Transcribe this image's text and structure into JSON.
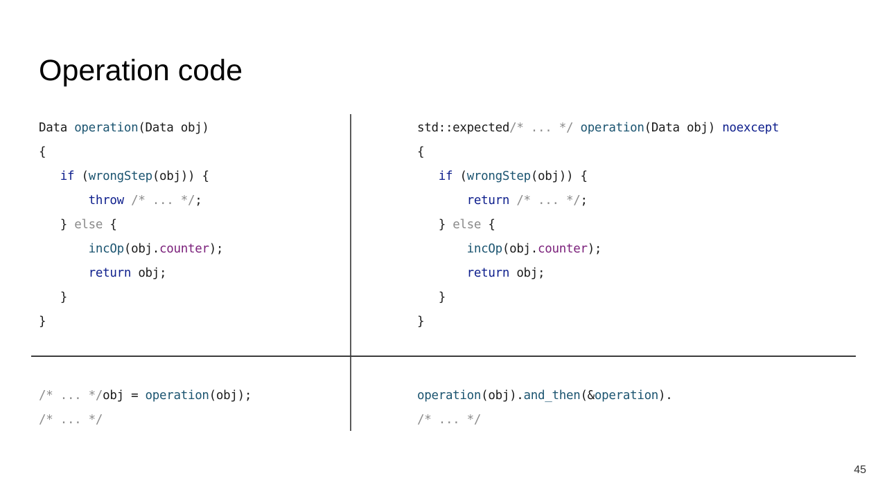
{
  "slide": {
    "title": "Operation code",
    "page_number": "45"
  },
  "left_top": {
    "lines": [
      [
        {
          "t": "Data ",
          "c": ""
        },
        {
          "t": "operation",
          "c": "fn"
        },
        {
          "t": "(Data obj)",
          "c": ""
        }
      ],
      [
        {
          "t": "{",
          "c": ""
        }
      ],
      [
        {
          "t": "   ",
          "c": ""
        },
        {
          "t": "if",
          "c": "kw"
        },
        {
          "t": " (",
          "c": ""
        },
        {
          "t": "wrongStep",
          "c": "fn"
        },
        {
          "t": "(obj)) {",
          "c": ""
        }
      ],
      [
        {
          "t": "       ",
          "c": ""
        },
        {
          "t": "throw",
          "c": "kw"
        },
        {
          "t": " /* ... */",
          "c": "cm"
        },
        {
          "t": ";",
          "c": ""
        }
      ],
      [
        {
          "t": "   } ",
          "c": ""
        },
        {
          "t": "else",
          "c": "gray"
        },
        {
          "t": " {",
          "c": ""
        }
      ],
      [
        {
          "t": "       ",
          "c": ""
        },
        {
          "t": "incOp",
          "c": "fn"
        },
        {
          "t": "(obj.",
          "c": ""
        },
        {
          "t": "counter",
          "c": "field"
        },
        {
          "t": ");",
          "c": ""
        }
      ],
      [
        {
          "t": "       ",
          "c": ""
        },
        {
          "t": "return",
          "c": "kw"
        },
        {
          "t": " obj;",
          "c": ""
        }
      ],
      [
        {
          "t": "   }",
          "c": ""
        }
      ],
      [
        {
          "t": "}",
          "c": ""
        }
      ]
    ]
  },
  "right_top": {
    "lines": [
      [
        {
          "t": "std::expected",
          "c": ""
        },
        {
          "t": "/* ... */",
          "c": "cm"
        },
        {
          "t": " ",
          "c": ""
        },
        {
          "t": "operation",
          "c": "fn"
        },
        {
          "t": "(Data obj) ",
          "c": ""
        },
        {
          "t": "noexcept",
          "c": "kw"
        }
      ],
      [
        {
          "t": "{",
          "c": ""
        }
      ],
      [
        {
          "t": "   ",
          "c": ""
        },
        {
          "t": "if",
          "c": "kw"
        },
        {
          "t": " (",
          "c": ""
        },
        {
          "t": "wrongStep",
          "c": "fn"
        },
        {
          "t": "(obj)) {",
          "c": ""
        }
      ],
      [
        {
          "t": "       ",
          "c": ""
        },
        {
          "t": "return",
          "c": "kw"
        },
        {
          "t": " /* ... */",
          "c": "cm"
        },
        {
          "t": ";",
          "c": ""
        }
      ],
      [
        {
          "t": "   } ",
          "c": ""
        },
        {
          "t": "else",
          "c": "gray"
        },
        {
          "t": " {",
          "c": ""
        }
      ],
      [
        {
          "t": "       ",
          "c": ""
        },
        {
          "t": "incOp",
          "c": "fn"
        },
        {
          "t": "(obj.",
          "c": ""
        },
        {
          "t": "counter",
          "c": "field"
        },
        {
          "t": ");",
          "c": ""
        }
      ],
      [
        {
          "t": "       ",
          "c": ""
        },
        {
          "t": "return",
          "c": "kw"
        },
        {
          "t": " obj;",
          "c": ""
        }
      ],
      [
        {
          "t": "   }",
          "c": ""
        }
      ],
      [
        {
          "t": "}",
          "c": ""
        }
      ]
    ]
  },
  "left_bottom": {
    "lines": [
      [
        {
          "t": "/* ... */",
          "c": "cm"
        },
        {
          "t": "obj = ",
          "c": ""
        },
        {
          "t": "operation",
          "c": "fn"
        },
        {
          "t": "(obj);",
          "c": ""
        }
      ],
      [
        {
          "t": "/* ... */",
          "c": "cm"
        }
      ]
    ]
  },
  "right_bottom": {
    "lines": [
      [
        {
          "t": "operation",
          "c": "fn"
        },
        {
          "t": "(obj).",
          "c": ""
        },
        {
          "t": "and_then",
          "c": "fn"
        },
        {
          "t": "(&",
          "c": ""
        },
        {
          "t": "operation",
          "c": "fn"
        },
        {
          "t": ").",
          "c": ""
        }
      ],
      [
        {
          "t": "/* ... */",
          "c": "cm"
        }
      ]
    ]
  },
  "colors": {
    "keyword": "#0d1e8c",
    "function": "#1b5470",
    "comment": "#8c8c8c",
    "field": "#7a1f7a"
  }
}
